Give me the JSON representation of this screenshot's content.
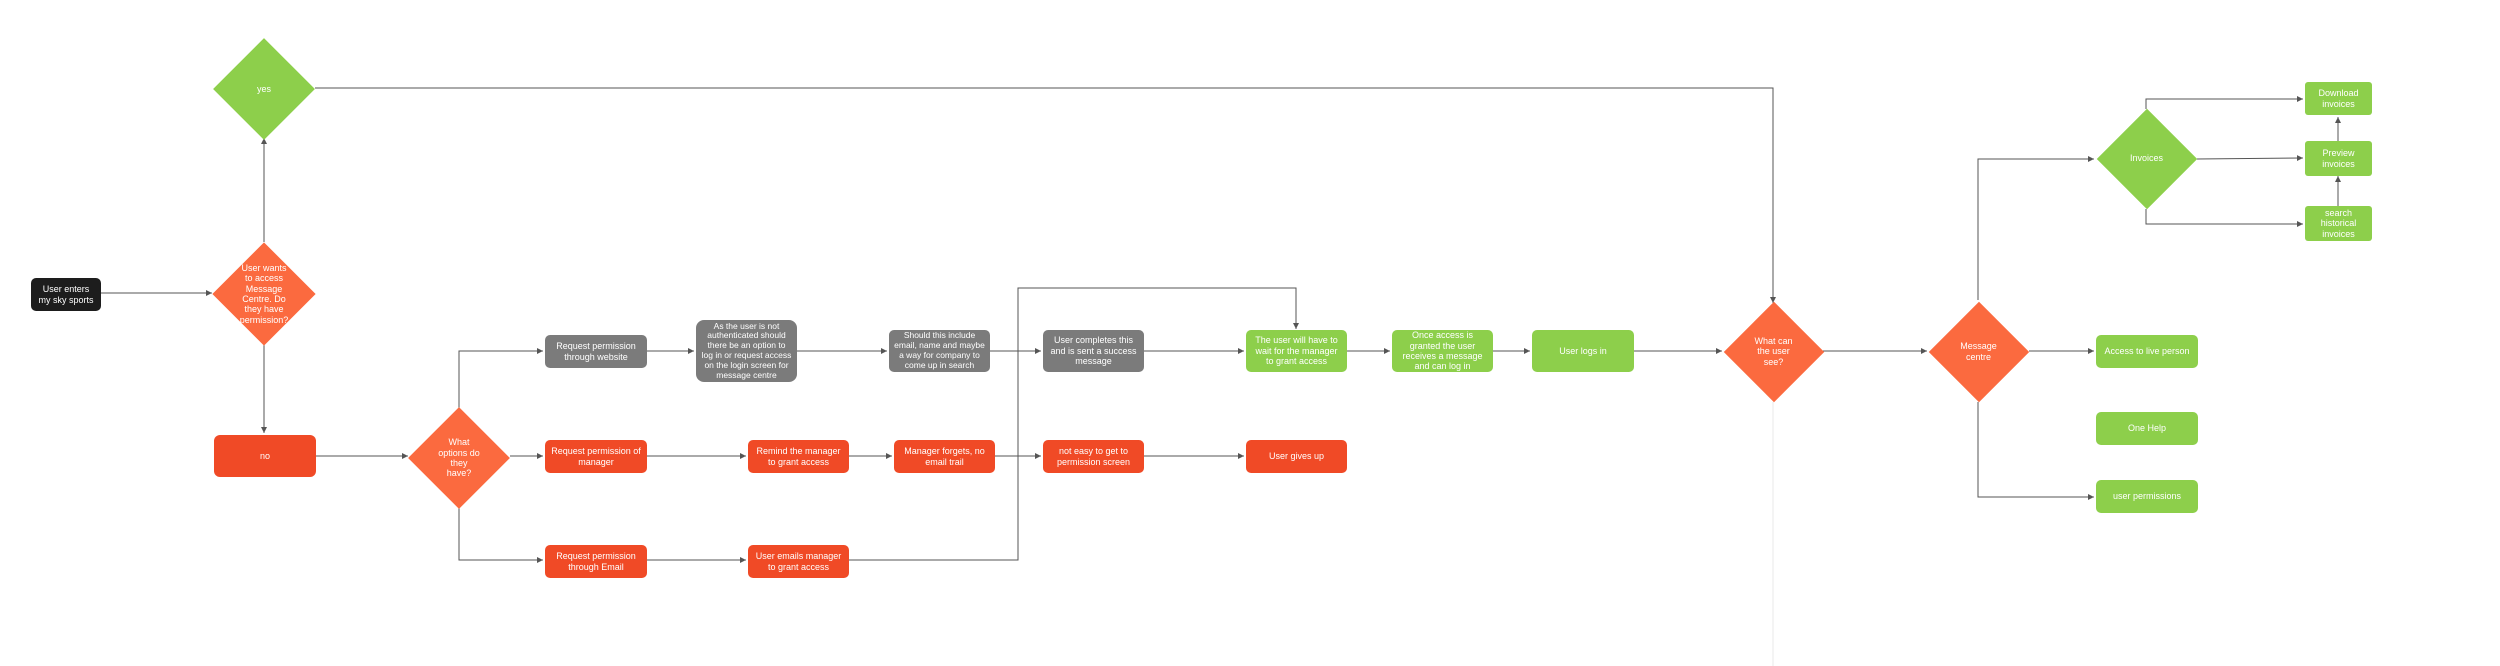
{
  "colors": {
    "dark": "#1d1d1d",
    "grey": "#7b7b7b",
    "red": "#f04a26",
    "orange": "#fb6a3f",
    "green": "#8dcf4b",
    "connector": "#555555"
  },
  "nodes": {
    "start": "User enters my sky sports",
    "q_permission": "User wants to access Message Centre. Do they have permission?",
    "yes": "yes",
    "no": "no",
    "options": "What options do they have?",
    "req_website": "Request permission through website",
    "not_authenticated": "As the user is not authenticated should there be an option to log in or request access on the login screen for message centre",
    "include_email": "Should this include email, name and maybe a way for company to come up in search",
    "user_completes": "User completes this and is sent a success message",
    "wait_manager": "The user will have to wait for the manager to grant access",
    "access_granted": "Once access is granted the user receives a message and can log in",
    "user_logs_in": "User logs in",
    "req_manager": "Request permission of manager",
    "remind_manager": "Remind the manager to grant access",
    "manager_forgets": "Manager forgets, no email trail",
    "not_easy": "not easy to get to permission screen",
    "gives_up": "User gives up",
    "req_email": "Request permission through Email",
    "emails_manager": "User emails manager to grant access",
    "what_see": "What can the user see?",
    "message_centre": "Message centre",
    "invoices": "Invoices",
    "download_invoices": "Download invoices",
    "preview_invoices": "Preview invoices",
    "search_invoices": "search historical invoices",
    "live_person": "Access to live person",
    "one_help": "One Help",
    "user_permissions": "user permissions"
  }
}
